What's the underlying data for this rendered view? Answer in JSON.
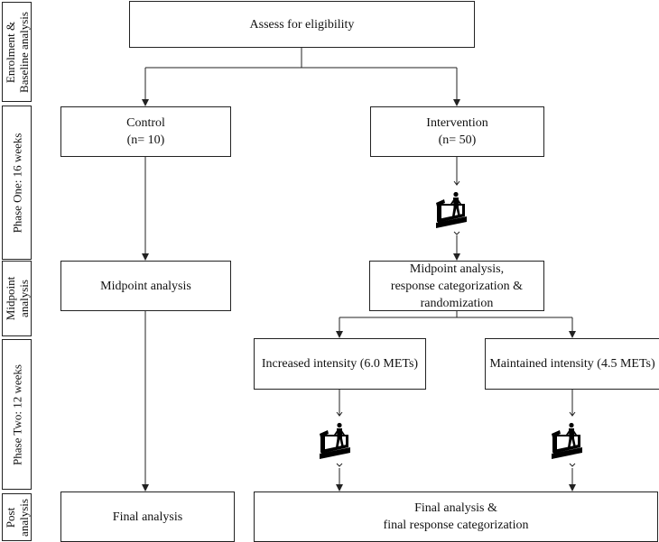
{
  "phases": {
    "enrolment": [
      "Enrolment &",
      "Baseline analysis"
    ],
    "phase_one": [
      "Phase One: 16 weeks"
    ],
    "midpoint": [
      "Midpoint",
      "analysis"
    ],
    "phase_two": [
      "Phase Two: 12 weeks"
    ],
    "post": [
      "Post",
      "analysis"
    ]
  },
  "boxes": {
    "eligibility": [
      "Assess for eligibility"
    ],
    "control": [
      "Control",
      "(n= 10)"
    ],
    "intervention": [
      "Intervention",
      "(n= 50)"
    ],
    "control_midpoint": [
      "Midpoint analysis"
    ],
    "intervention_midpoint": [
      "Midpoint analysis,",
      "response categorization &",
      "randomization"
    ],
    "increased": [
      "Increased intensity (6.0 METs)"
    ],
    "maintained": [
      "Maintained intensity (4.5 METs)"
    ],
    "control_final": [
      "Final analysis"
    ],
    "intervention_final": [
      "Final analysis &",
      "final response categorization"
    ]
  },
  "icons": [
    "treadmill-runner-icon"
  ],
  "colors": {
    "line": "#222222",
    "icon": "#000000",
    "background": "#ffffff"
  }
}
